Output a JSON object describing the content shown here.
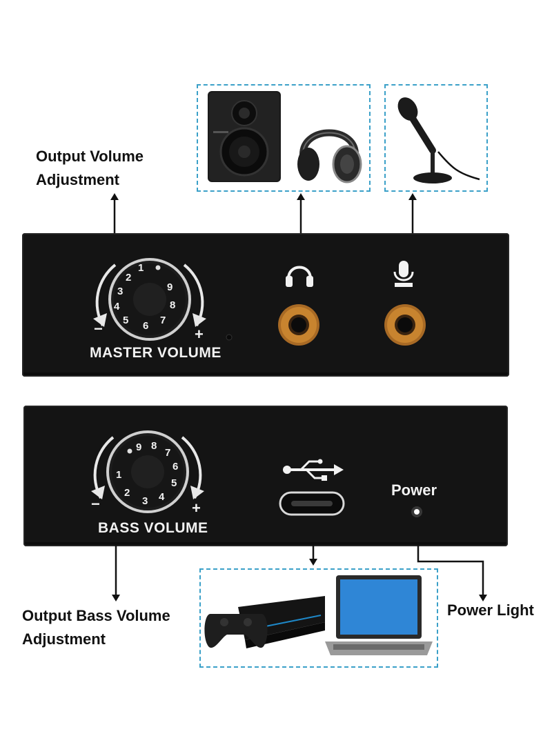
{
  "callouts": {
    "output_volume": [
      "Output Volume",
      "Adjustment"
    ],
    "output_bass": [
      "Output Bass Volume",
      "Adjustment"
    ],
    "power_light": "Power Light"
  },
  "top_panel": {
    "knob_label": "MASTER VOLUME",
    "knob_numbers": [
      "1",
      "2",
      "3",
      "4",
      "5",
      "6",
      "7",
      "8",
      "9"
    ],
    "minus": "−",
    "plus": "+"
  },
  "bottom_panel": {
    "knob_label": "BASS VOLUME",
    "knob_numbers": [
      "1",
      "2",
      "3",
      "4",
      "5",
      "6",
      "7",
      "8",
      "9"
    ],
    "minus": "−",
    "plus": "+",
    "power_label": "Power"
  },
  "icons": {
    "speaker": "speaker-icon",
    "headphones": "headphones-icon",
    "microphone": "microphone-icon",
    "usb": "usb-icon",
    "game_console": "game-console-icon",
    "laptop": "laptop-icon"
  },
  "colors": {
    "panel": "#141414",
    "dash_border": "#3aa0c8",
    "jack_gold": "#c8842f",
    "text_dark": "#111111"
  }
}
